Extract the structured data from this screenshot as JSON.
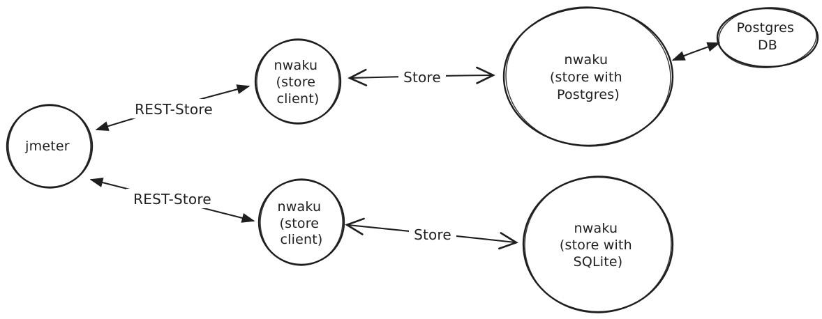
{
  "diagram": {
    "background_color": "#ffffff",
    "stroke_color": "#1e1e1e",
    "nodes": [
      {
        "id": "jmeter",
        "shape": "circle",
        "label_lines": [
          "jmeter"
        ]
      },
      {
        "id": "nwaku-store-client-top",
        "shape": "circle",
        "label_lines": [
          "nwaku",
          "(store",
          "client)"
        ]
      },
      {
        "id": "nwaku-store-postgres",
        "shape": "circle",
        "label_lines": [
          "nwaku",
          "(store with",
          "Postgres)"
        ]
      },
      {
        "id": "postgres-db",
        "shape": "ellipse",
        "label_lines": [
          "Postgres",
          "DB"
        ]
      },
      {
        "id": "nwaku-store-client-bottom",
        "shape": "circle",
        "label_lines": [
          "nwaku",
          "(store",
          "client)"
        ]
      },
      {
        "id": "nwaku-store-sqlite",
        "shape": "circle",
        "label_lines": [
          "nwaku",
          "(store with",
          "SQLite)"
        ]
      }
    ],
    "edges": [
      {
        "id": "rest-store-top",
        "label": "REST-Store",
        "from": "jmeter",
        "to": "nwaku-store-client-top",
        "arrowheads": "both-filled"
      },
      {
        "id": "rest-store-bottom",
        "label": "REST-Store",
        "from": "jmeter",
        "to": "nwaku-store-client-bottom",
        "arrowheads": "both-filled"
      },
      {
        "id": "store-top",
        "label": "Store",
        "from": "nwaku-store-client-top",
        "to": "nwaku-store-postgres",
        "arrowheads": "both-open-chevron"
      },
      {
        "id": "store-bottom",
        "label": "Store",
        "from": "nwaku-store-client-bottom",
        "to": "nwaku-store-sqlite",
        "arrowheads": "both-open-chevron"
      },
      {
        "id": "postgres-db-link",
        "label": "",
        "from": "nwaku-store-postgres",
        "to": "postgres-db",
        "arrowheads": "both-filled"
      }
    ]
  }
}
